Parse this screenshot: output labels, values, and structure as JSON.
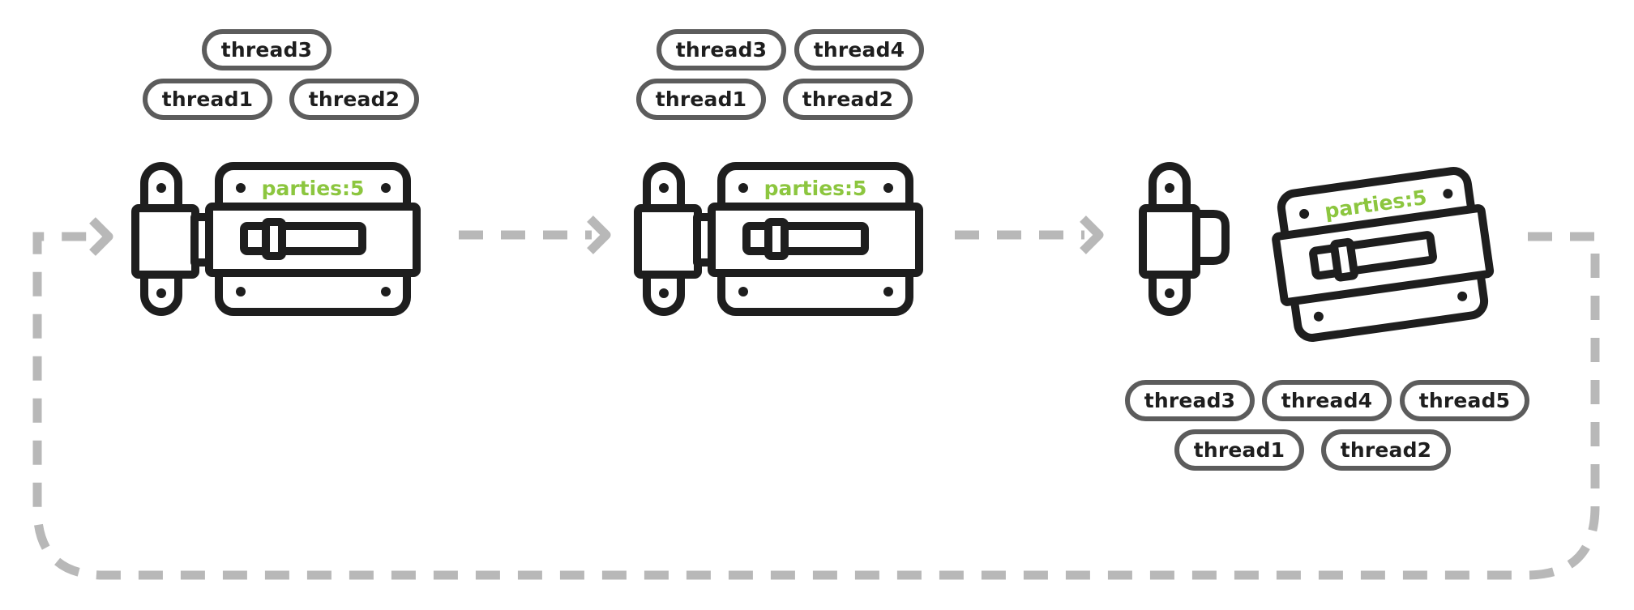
{
  "colors": {
    "outline": "#1e1e1e",
    "pill_border": "#5c5c5c",
    "parties_text": "#8cc63f",
    "loop_arrow": "#b8b8b8"
  },
  "stages": [
    {
      "lock_state": "locked",
      "parties_label": "parties:5",
      "threads_top_row": [
        "thread3"
      ],
      "threads_bottom_row": [
        "thread1",
        "thread2"
      ]
    },
    {
      "lock_state": "locked",
      "parties_label": "parties:5",
      "threads_top_row": [
        "thread3",
        "thread4"
      ],
      "threads_bottom_row": [
        "thread1",
        "thread2"
      ]
    },
    {
      "lock_state": "open",
      "parties_label": "parties:5",
      "threads_top_row": [
        "thread3",
        "thread4",
        "thread5"
      ],
      "threads_bottom_row": [
        "thread1",
        "thread2"
      ]
    }
  ]
}
